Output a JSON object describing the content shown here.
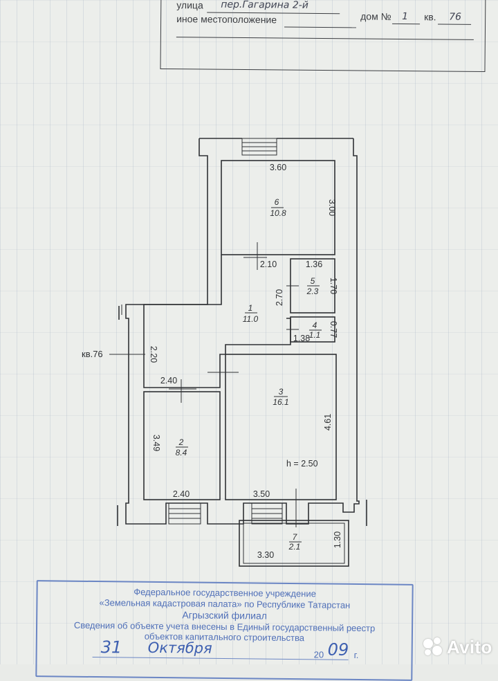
{
  "header": {
    "street_label": "улица",
    "street_value": "пер.Гагарина 2-й",
    "other_location_label": "иное местоположение",
    "house_label": "дом №",
    "house_value": "1",
    "apt_label": "кв.",
    "apt_value": "76"
  },
  "plan": {
    "apartment_marker": "кв.76",
    "height_label": "h = 2.50",
    "rooms": [
      {
        "num": "1",
        "area": "11.0"
      },
      {
        "num": "2",
        "area": "8.4"
      },
      {
        "num": "3",
        "area": "16.1"
      },
      {
        "num": "4",
        "area": "1.1"
      },
      {
        "num": "5",
        "area": "2.3"
      },
      {
        "num": "6",
        "area": "10.8"
      },
      {
        "num": "7",
        "area": "2.1"
      }
    ],
    "dimensions": {
      "d_360": "3.60",
      "d_300": "3.00",
      "d_210": "2.10",
      "d_136": "1.36",
      "d_170": "1.70",
      "d_270": "2.70",
      "d_077": "0.77",
      "d_138": "1.38",
      "d_220": "2.20",
      "d_240_top": "2.40",
      "d_461": "4.61",
      "d_349": "3.49",
      "d_240_bottom": "2.40",
      "d_350": "3.50",
      "d_130": "1.30",
      "d_330": "3.30"
    }
  },
  "stamp": {
    "line1": "Федеральное государственное учреждение",
    "line2": "«Земельная кадастровая палата» по Республике Татарстан",
    "line3": "Агрызский филиал",
    "line4": "Сведения об объекте учета внесены в Единый государственный реестр",
    "line5": "объектов капитального строительства",
    "day": "31",
    "month": "Октября",
    "year_prefix": "20",
    "year": "09",
    "year_suffix": "г."
  },
  "watermark": {
    "brand": "Avito"
  }
}
